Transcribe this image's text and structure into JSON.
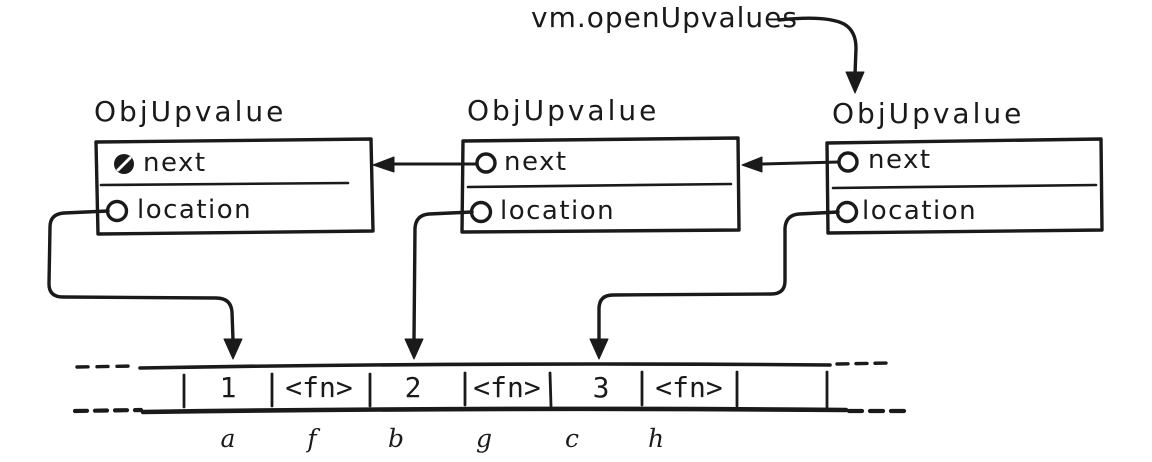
{
  "colors": {
    "ink": "#1a1a1a",
    "background": "#ffffff"
  },
  "pointer": {
    "label": "vm.openUpvalues"
  },
  "boxes": [
    {
      "title": "ObjUpvalue",
      "fields": [
        {
          "name": "next",
          "pointer": "null"
        },
        {
          "name": "location",
          "pointer": "stack-slot-a"
        }
      ]
    },
    {
      "title": "ObjUpvalue",
      "fields": [
        {
          "name": "next",
          "pointer": "upvalue-1"
        },
        {
          "name": "location",
          "pointer": "stack-slot-b"
        }
      ]
    },
    {
      "title": "ObjUpvalue",
      "fields": [
        {
          "name": "next",
          "pointer": "upvalue-2"
        },
        {
          "name": "location",
          "pointer": "stack-slot-c"
        }
      ]
    }
  ],
  "stack": {
    "cells": [
      "1",
      "<fn>",
      "2",
      "<fn>",
      "3",
      "<fn>"
    ],
    "slot_labels": [
      "a",
      "f",
      "b",
      "g",
      "c",
      "h"
    ]
  }
}
